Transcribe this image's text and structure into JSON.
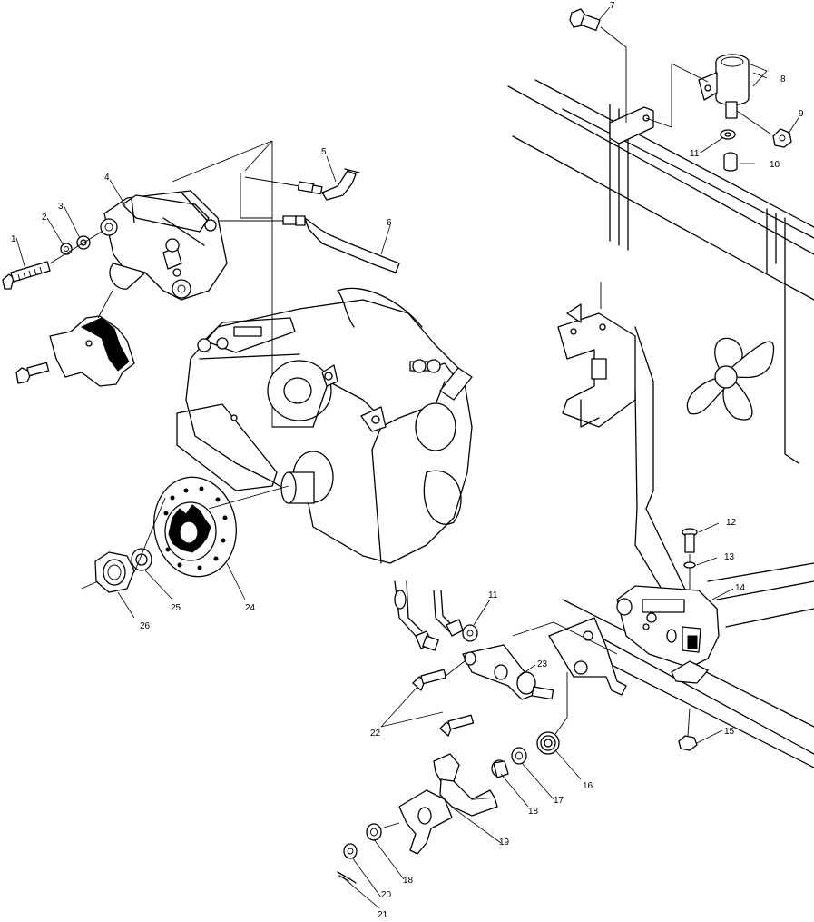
{
  "callouts": [
    {
      "id": "c1",
      "text": "1"
    },
    {
      "id": "c2",
      "text": "2"
    },
    {
      "id": "c3",
      "text": "3"
    },
    {
      "id": "c4",
      "text": "4"
    },
    {
      "id": "c5",
      "text": "5"
    },
    {
      "id": "c6",
      "text": "6"
    },
    {
      "id": "c7",
      "text": "7"
    },
    {
      "id": "c8",
      "text": "8"
    },
    {
      "id": "c9",
      "text": "9"
    },
    {
      "id": "c10",
      "text": "10"
    },
    {
      "id": "c11a",
      "text": "11"
    },
    {
      "id": "c11b",
      "text": "11"
    },
    {
      "id": "c12",
      "text": "12"
    },
    {
      "id": "c13",
      "text": "13"
    },
    {
      "id": "c14",
      "text": "14"
    },
    {
      "id": "c15",
      "text": "15"
    },
    {
      "id": "c16",
      "text": "16"
    },
    {
      "id": "c17",
      "text": "17"
    },
    {
      "id": "c18a",
      "text": "18"
    },
    {
      "id": "c18b",
      "text": "18"
    },
    {
      "id": "c19",
      "text": "19"
    },
    {
      "id": "c20",
      "text": "20"
    },
    {
      "id": "c21",
      "text": "21"
    },
    {
      "id": "c22",
      "text": "22"
    },
    {
      "id": "c23",
      "text": "23"
    },
    {
      "id": "c24",
      "text": "24"
    },
    {
      "id": "c25",
      "text": "25"
    },
    {
      "id": "c26",
      "text": "26"
    }
  ]
}
